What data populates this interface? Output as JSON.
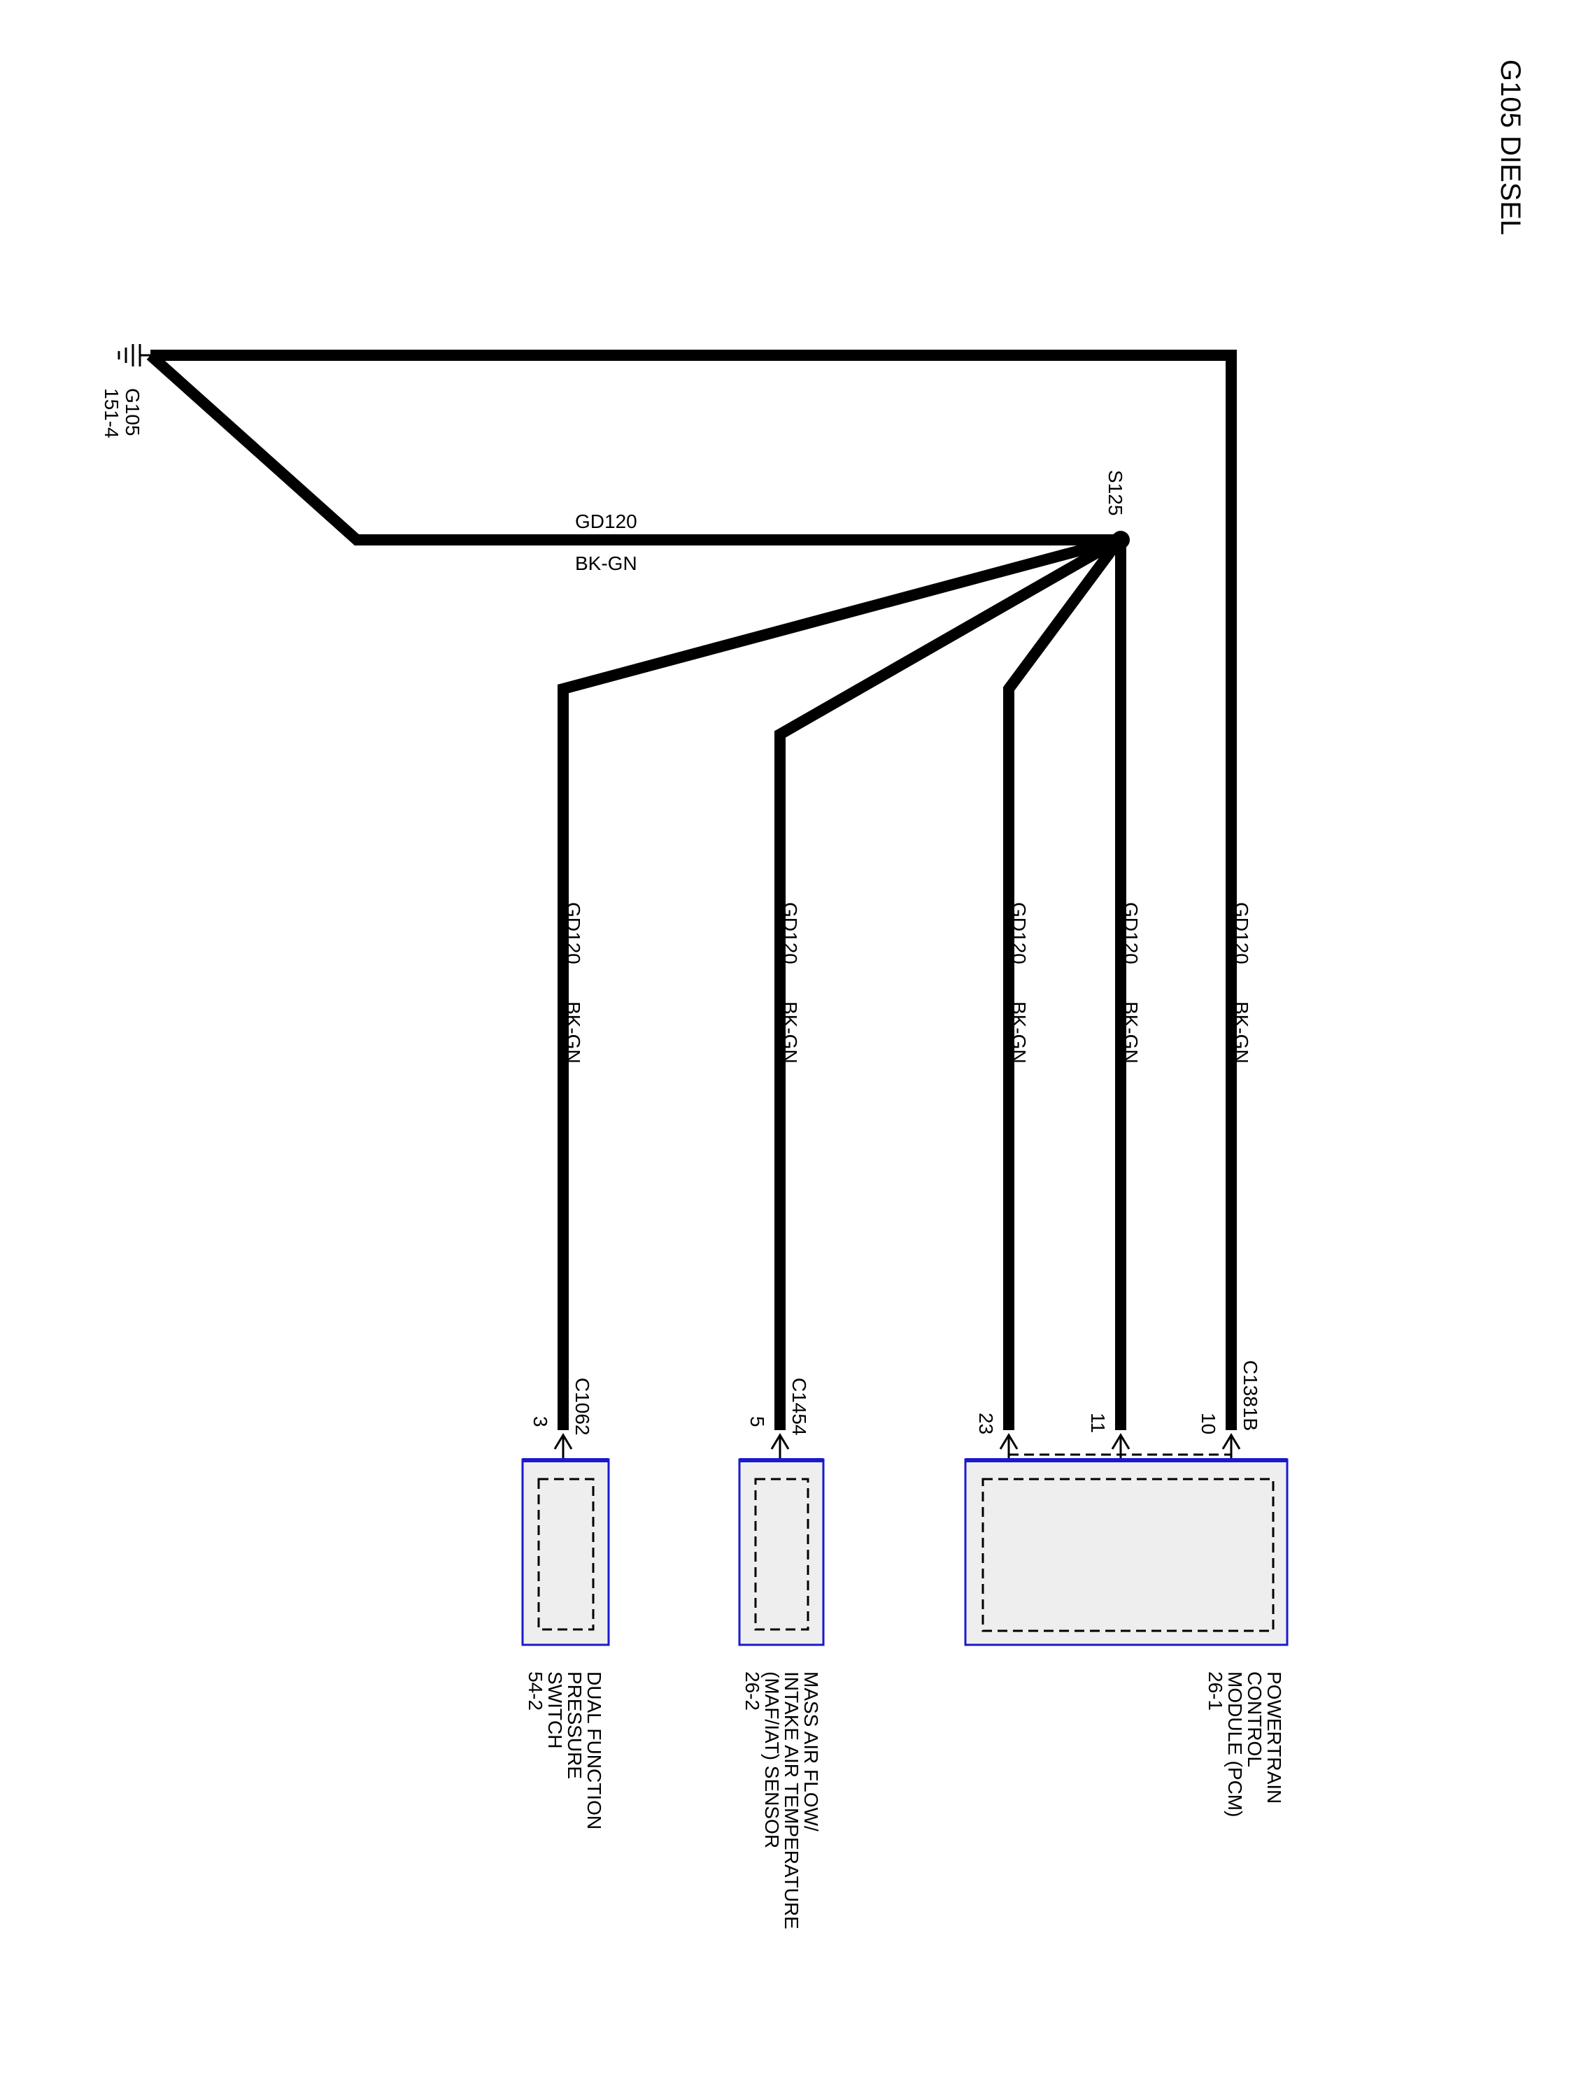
{
  "title": "G105 DIESEL",
  "ground": {
    "id": "G105",
    "page": "151-4"
  },
  "splice": {
    "id": "S125"
  },
  "trunk_wire": {
    "circuit": "GD120",
    "color": "BK-GN"
  },
  "branch_wires": [
    {
      "circuit": "GD120",
      "color": "BK-GN"
    },
    {
      "circuit": "GD120",
      "color": "BK-GN"
    },
    {
      "circuit": "GD120",
      "color": "BK-GN"
    },
    {
      "circuit": "GD120",
      "color": "BK-GN"
    },
    {
      "circuit": "GD120",
      "color": "BK-GN"
    }
  ],
  "components": [
    {
      "connector": "C1381B",
      "pins": [
        "10",
        "11",
        "23"
      ],
      "name_lines": [
        "POWERTRAIN",
        "CONTROL",
        "MODULE (PCM)",
        "26-1"
      ]
    },
    {
      "connector": "C1454",
      "pins": [
        "5"
      ],
      "name_lines": [
        "MASS AIR FLOW/",
        "INTAKE AIR TEMPERATURE",
        "(MAF/IAT) SENSOR",
        "26-2"
      ]
    },
    {
      "connector": "C1062",
      "pins": [
        "3"
      ],
      "name_lines": [
        "DUAL FUNCTION",
        "PRESSURE",
        "SWITCH",
        "54-2"
      ]
    }
  ],
  "colors": {
    "wire": "#000000",
    "component_border": "#1a1acc",
    "component_fill": "#eeeeee"
  }
}
